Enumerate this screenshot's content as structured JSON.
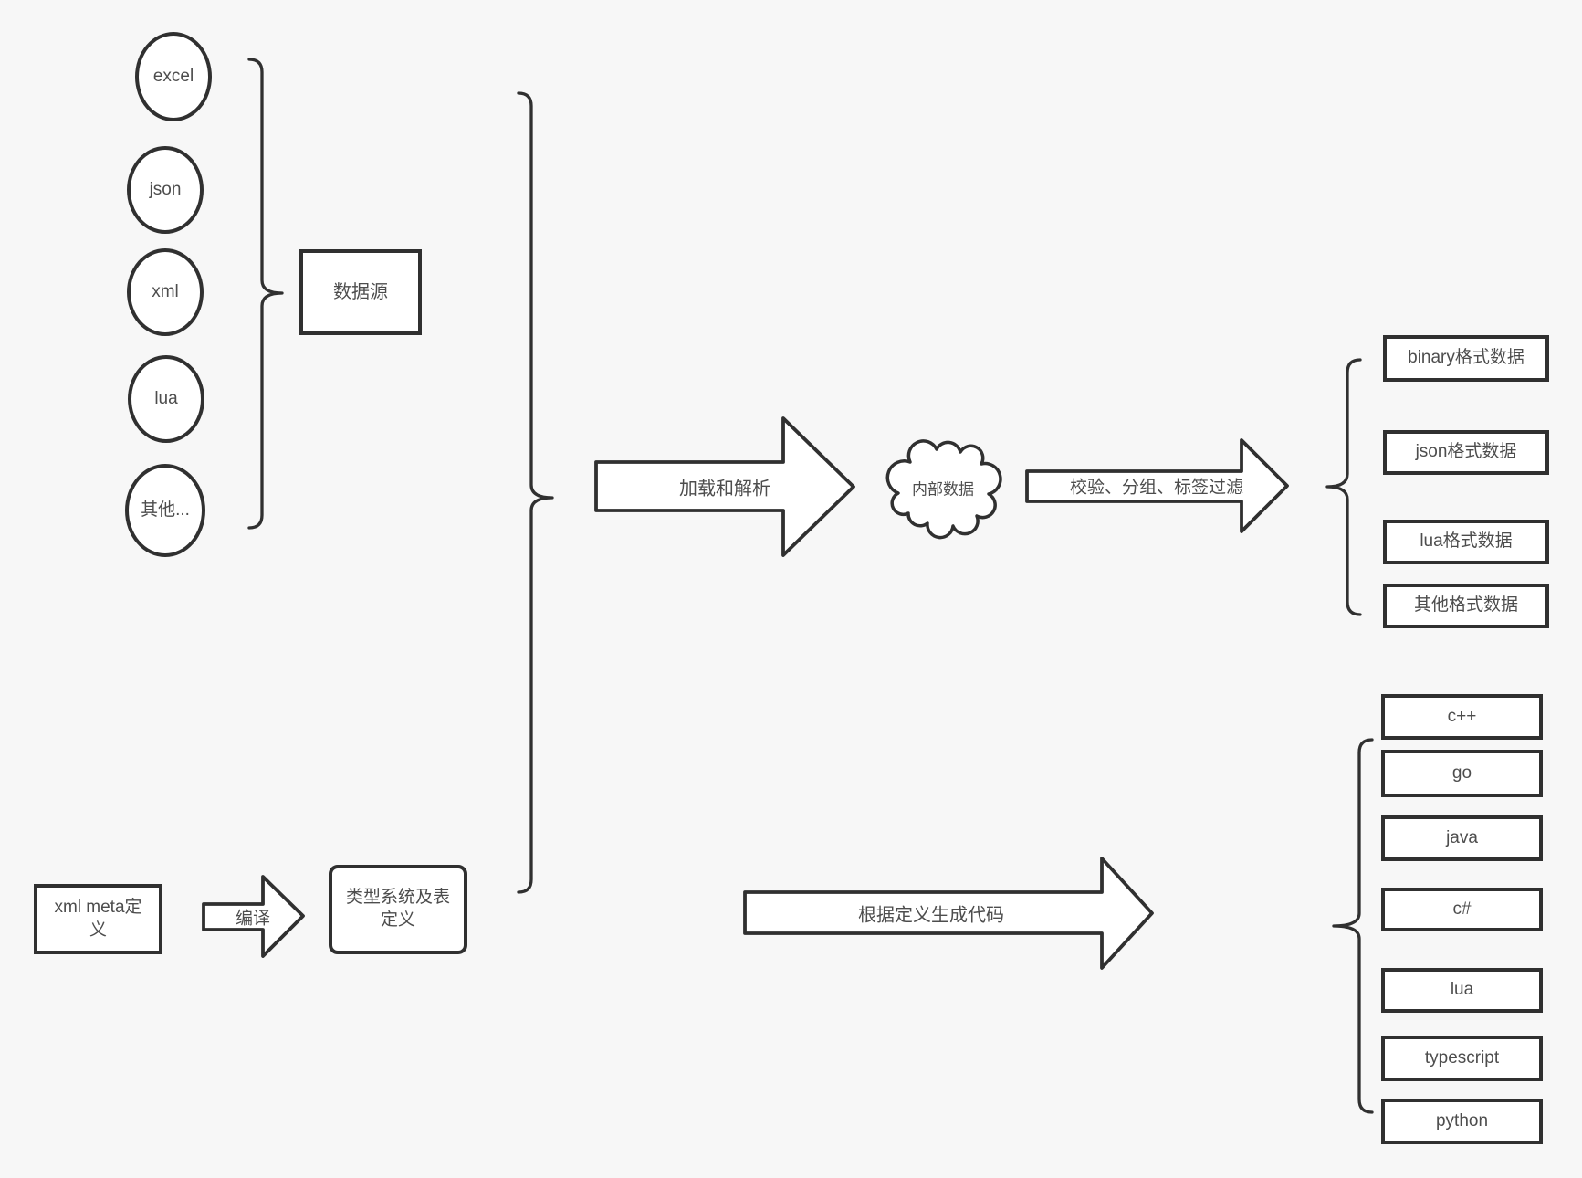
{
  "diagram": {
    "background": "#f7f7f7",
    "stroke_color": "#303030",
    "text_color": "#4d4d4d",
    "box_fill": "#ffffff"
  },
  "sources": {
    "items": [
      "excel",
      "json",
      "xml",
      "lua",
      "其他..."
    ],
    "group_label": "数据源"
  },
  "pipeline": {
    "load_arrow_label": "加载和解析",
    "internal_data_label": "内部数据",
    "filter_arrow_label": "校验、分组、标签过滤"
  },
  "outputs": {
    "formats": [
      "binary格式数据",
      "json格式数据",
      "lua格式数据",
      "其他格式数据"
    ]
  },
  "meta": {
    "xml_meta_label": "xml meta定义",
    "compile_arrow_label": "编译",
    "typedef_label": "类型系统及表定义",
    "generate_arrow_label": "根据定义生成代码"
  },
  "languages": [
    "c++",
    "go",
    "java",
    "c#",
    "lua",
    "typescript",
    "python"
  ]
}
